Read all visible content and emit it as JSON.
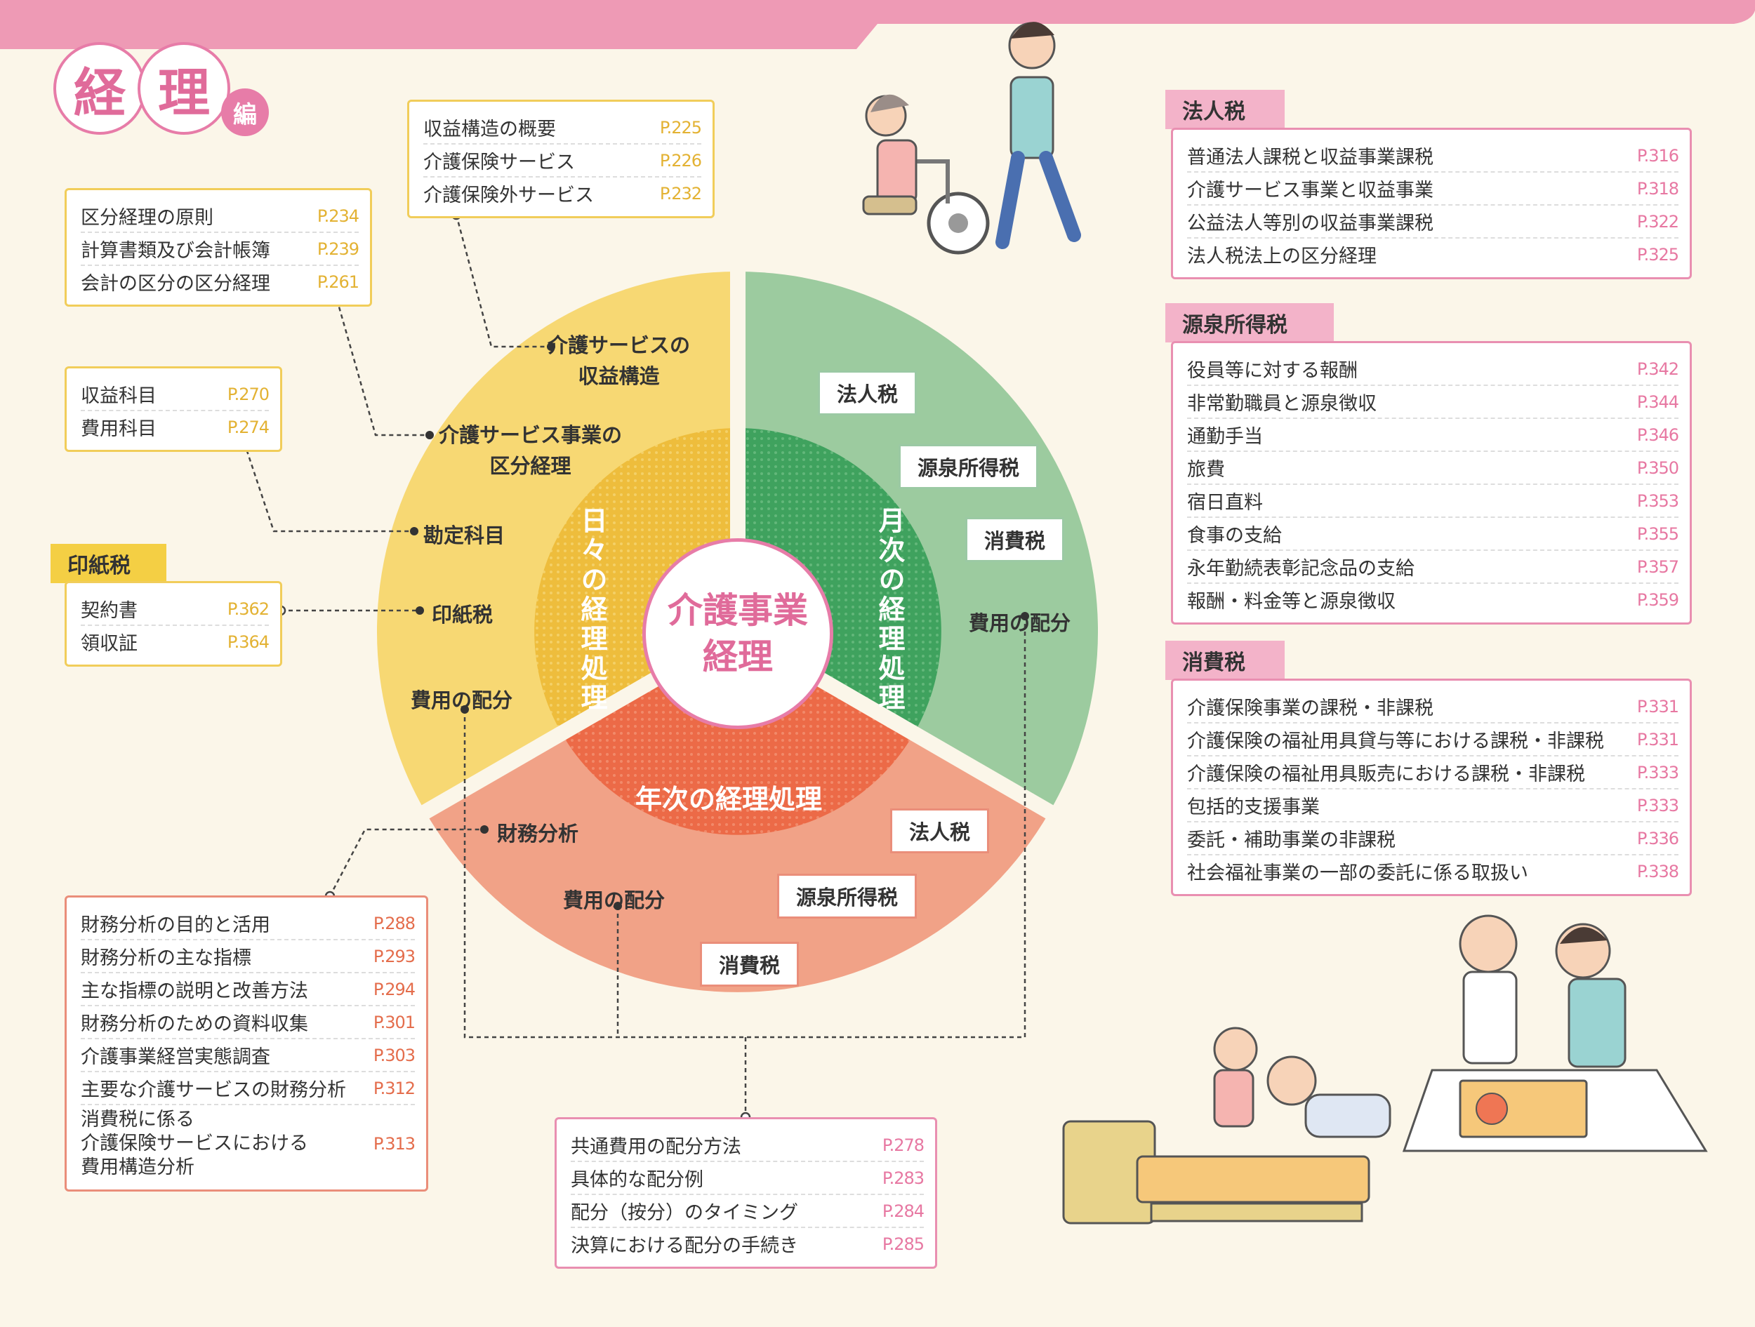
{
  "header": {
    "title_chars": [
      "経",
      "理"
    ],
    "suffix": "編"
  },
  "diagram": {
    "center": [
      "介護事業",
      "経理"
    ],
    "daily": {
      "ring_label": "日々の経理処理",
      "items": [
        "介護サービスの\n収益構造",
        "介護サービス事業の\n区分経理",
        "勘定科目",
        "印紙税",
        "費用の配分"
      ]
    },
    "monthly": {
      "ring_label": "月次の経理処理",
      "tags": [
        "法人税",
        "源泉所得税",
        "消費税"
      ],
      "cost": "費用の配分"
    },
    "annual": {
      "ring_label": "年次の経理処理",
      "analysis": "財務分析",
      "cost": "費用の配分",
      "tags": [
        "法人税",
        "源泉所得税",
        "消費税"
      ]
    }
  },
  "boxes": {
    "revenue": [
      [
        "収益構造の概要",
        "P.225"
      ],
      [
        "介護保険サービス",
        "P.226"
      ],
      [
        "介護保険外サービス",
        "P.232"
      ]
    ],
    "division": [
      [
        "区分経理の原則",
        "P.234"
      ],
      [
        "計算書類及び会計帳簿",
        "P.239"
      ],
      [
        "会計の区分の区分経理",
        "P.261"
      ]
    ],
    "accounts": [
      [
        "収益科目",
        "P.270"
      ],
      [
        "費用科目",
        "P.274"
      ]
    ],
    "stamp": {
      "title": "印紙税",
      "rows": [
        [
          "契約書",
          "P.362"
        ],
        [
          "領収証",
          "P.364"
        ]
      ]
    },
    "analysis": [
      [
        "財務分析の目的と活用",
        "P.288"
      ],
      [
        "財務分析の主な指標",
        "P.293"
      ],
      [
        "主な指標の説明と改善方法",
        "P.294"
      ],
      [
        "財務分析のための資料収集",
        "P.301"
      ],
      [
        "介護事業経営実態調査",
        "P.303"
      ],
      [
        "主要な介護サービスの財務分析",
        "P.312"
      ],
      [
        "消費税に係る\n介護保険サービスにおける\n費用構造分析",
        "P.313"
      ]
    ],
    "cost": [
      [
        "共通費用の配分方法",
        "P.278"
      ],
      [
        "具体的な配分例",
        "P.283"
      ],
      [
        "配分（按分）のタイミング",
        "P.284"
      ],
      [
        "決算における配分の手続き",
        "P.285"
      ]
    ],
    "corp_tax": {
      "title": "法人税",
      "rows": [
        [
          "普通法人課税と収益事業課税",
          "P.316"
        ],
        [
          "介護サービス事業と収益事業",
          "P.318"
        ],
        [
          "公益法人等別の収益事業課税",
          "P.322"
        ],
        [
          "法人税法上の区分経理",
          "P.325"
        ]
      ]
    },
    "withholding": {
      "title": "源泉所得税",
      "rows": [
        [
          "役員等に対する報酬",
          "P.342"
        ],
        [
          "非常勤職員と源泉徴収",
          "P.344"
        ],
        [
          "通勤手当",
          "P.346"
        ],
        [
          "旅費",
          "P.350"
        ],
        [
          "宿日直料",
          "P.353"
        ],
        [
          "食事の支給",
          "P.355"
        ],
        [
          "永年勤続表彰記念品の支給",
          "P.357"
        ],
        [
          "報酬・料金等と源泉徴収",
          "P.359"
        ]
      ]
    },
    "consumption": {
      "title": "消費税",
      "rows": [
        [
          "介護保険事業の課税・非課税",
          "P.331"
        ],
        [
          "介護保険の福祉用具貸与等における課税・非課税",
          "P.331"
        ],
        [
          "介護保険の福祉用具販売における課税・非課税",
          "P.333"
        ],
        [
          "包括的支援事業",
          "P.333"
        ],
        [
          "委託・補助事業の非課税",
          "P.336"
        ],
        [
          "社会福祉事業の一部の委託に係る取扱い",
          "P.338"
        ]
      ]
    }
  },
  "colors": {
    "pink": "#e77ca8",
    "daily": "#f7d873",
    "monthly": "#9ccb9f",
    "annual": "#f1a287",
    "annual_inner": "#ef7654"
  }
}
